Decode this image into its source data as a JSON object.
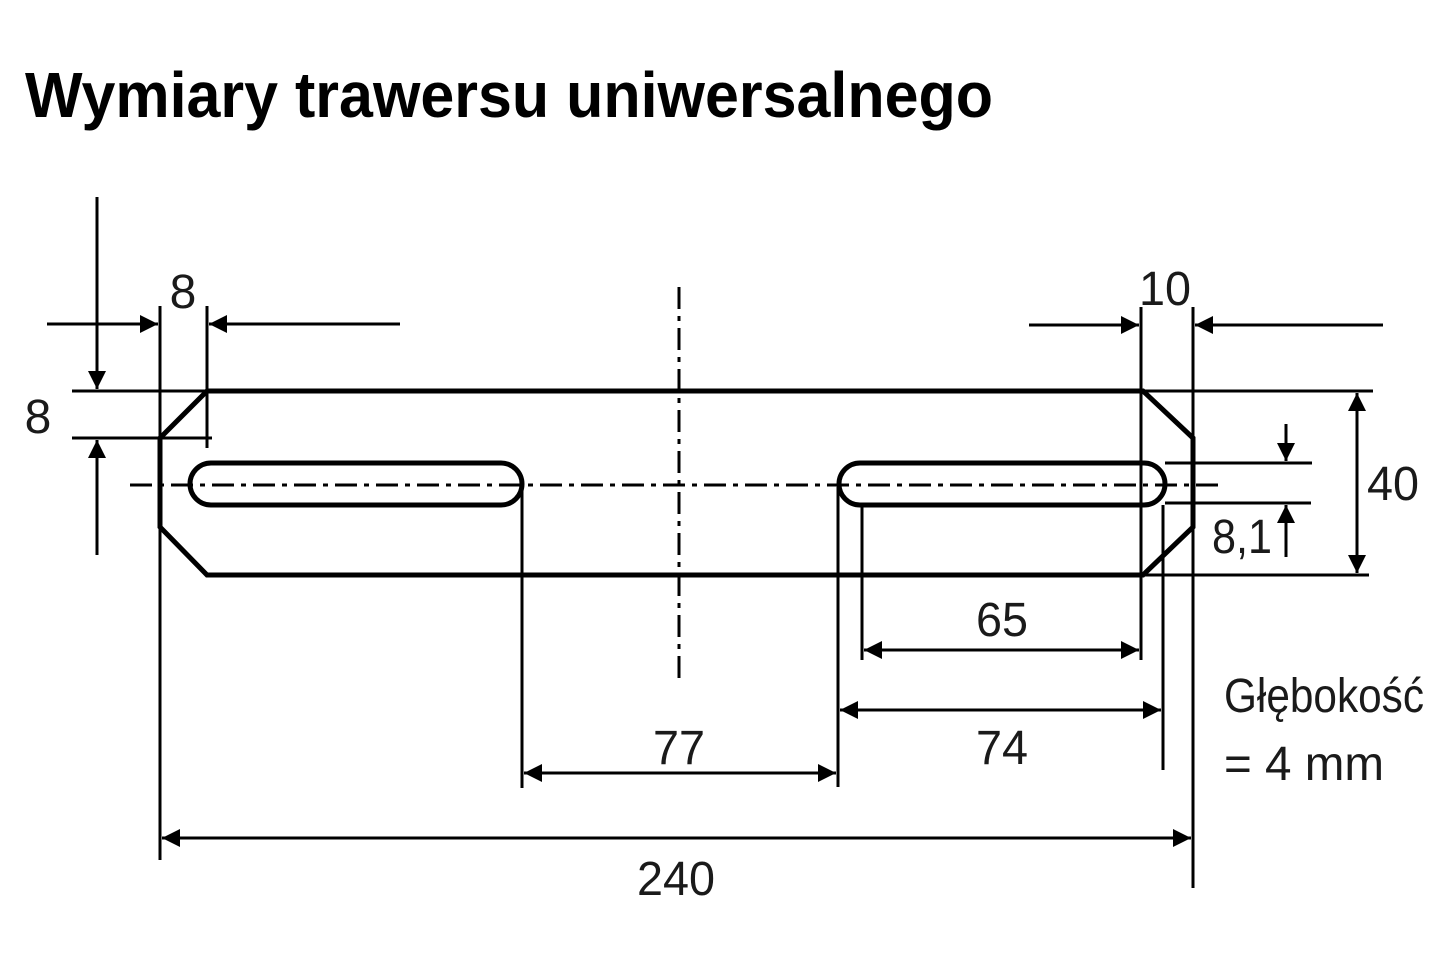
{
  "title": "Wymiary trawersu uniwersalnego",
  "dimensions": {
    "top_left_chamfer_width": "8",
    "left_chamfer_height": "8",
    "top_right_chamfer_width": "10",
    "total_height": "40",
    "slot_width": "8,1",
    "slot_length": "65",
    "slot_span": "74",
    "slot_gap": "77",
    "total_length": "240"
  },
  "note": {
    "line1": "Głębokość",
    "line2": "= 4 mm"
  }
}
